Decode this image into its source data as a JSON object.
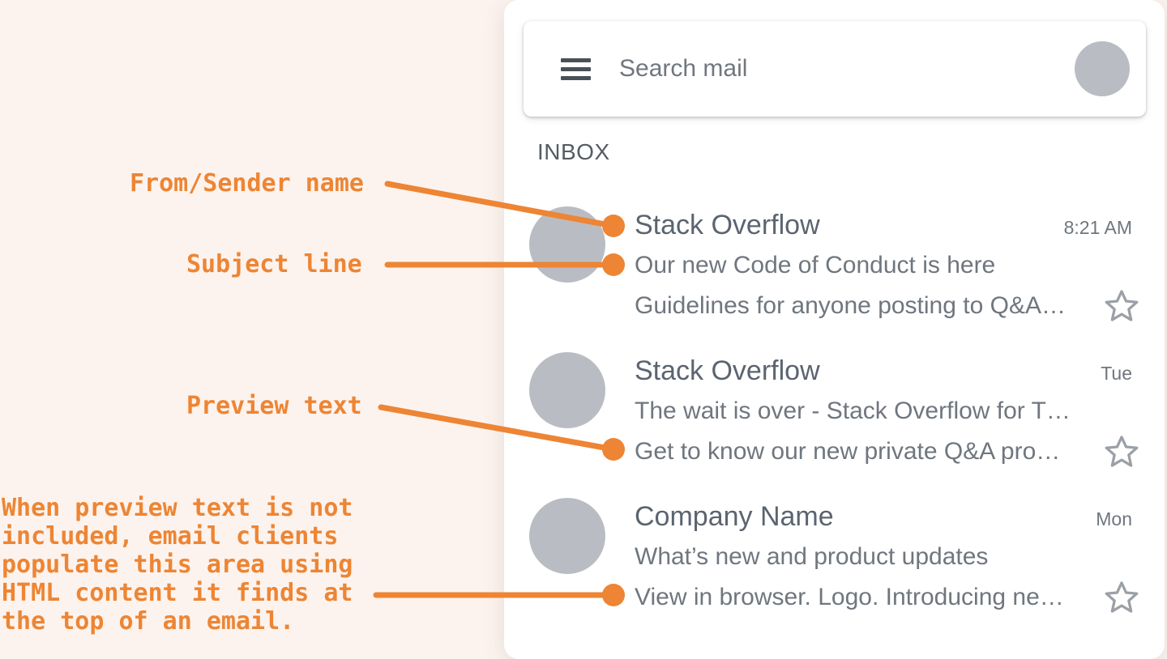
{
  "annotations": {
    "accent_color": "#ed8534",
    "sender_label": "From/Sender name",
    "subject_label": "Subject line",
    "preview_label": "Preview text",
    "note": "When preview text is not\nincluded, email clients\npopulate this area using\nHTML content it finds at\nthe top of an email."
  },
  "inbox_app": {
    "search": {
      "placeholder": "Search mail"
    },
    "section_label": "INBOX",
    "avatar_color": "#b9bdc3",
    "emails": [
      {
        "sender": "Stack Overflow",
        "time": "8:21 AM",
        "subject": "Our new Code of Conduct is here",
        "preview": "Guidelines for anyone posting to Q&A…"
      },
      {
        "sender": "Stack Overflow",
        "time": "Tue",
        "subject": "The wait is over - Stack Overflow for T…",
        "preview": "Get to know our new private Q&A pro…"
      },
      {
        "sender": "Company Name",
        "time": "Mon",
        "subject": "What’s new and product updates",
        "preview": "View in browser. Logo. Introducing ne…"
      }
    ]
  }
}
